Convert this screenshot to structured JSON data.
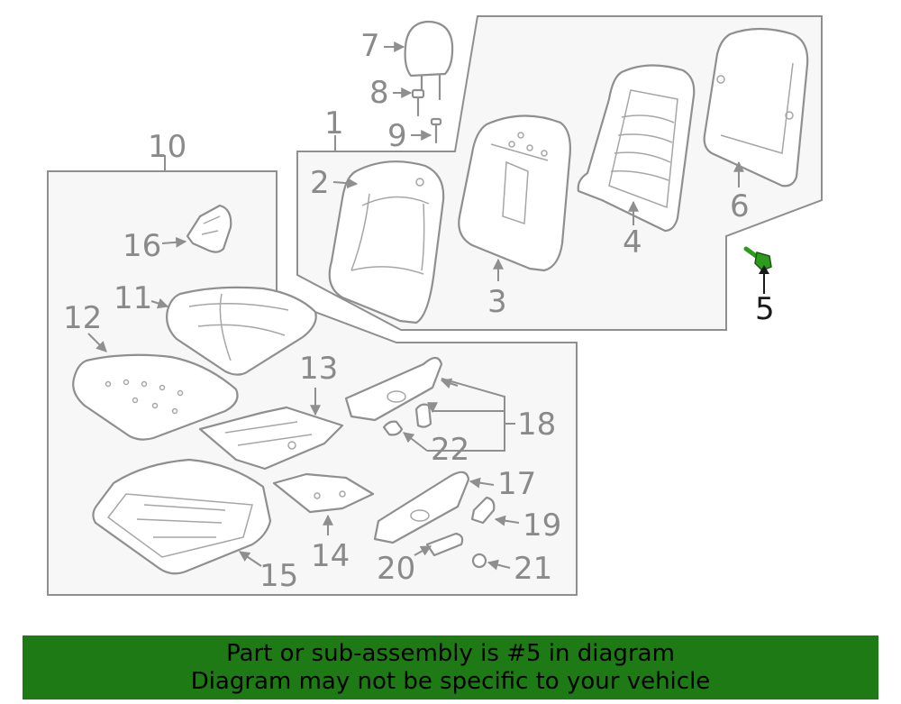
{
  "diagram": {
    "callouts": {
      "c1": "1",
      "c2": "2",
      "c3": "3",
      "c4": "4",
      "c5": "5",
      "c6": "6",
      "c7": "7",
      "c8": "8",
      "c9": "9",
      "c10": "10",
      "c11": "11",
      "c12": "12",
      "c13": "13",
      "c14": "14",
      "c15": "15",
      "c16": "16",
      "c17": "17",
      "c18": "18",
      "c19": "19",
      "c20": "20",
      "c21": "21",
      "c22": "22"
    },
    "highlighted_part": "5",
    "colors": {
      "highlight": "#2e9a1e",
      "line": "#8f8f8f",
      "panel": "#f7f7f7",
      "banner": "#1e7a14"
    }
  },
  "banner": {
    "line1": "Part or sub-assembly is #5 in diagram",
    "line2": "Diagram may not be specific to your vehicle"
  }
}
